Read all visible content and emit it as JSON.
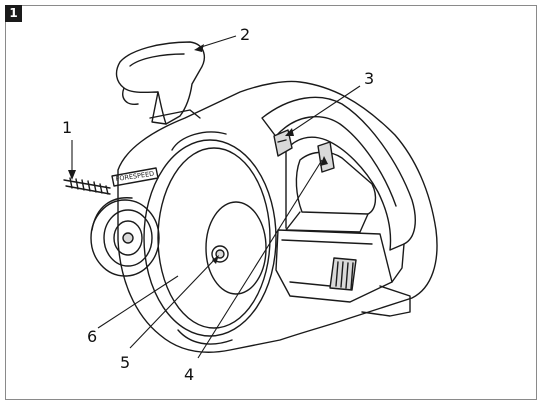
{
  "figure": {
    "number": "1"
  },
  "brand_mark": "FORESPEED",
  "callouts": [
    {
      "id": "1",
      "text": "1"
    },
    {
      "id": "2",
      "text": "2"
    },
    {
      "id": "3",
      "text": "3"
    },
    {
      "id": "4",
      "text": "4"
    },
    {
      "id": "5",
      "text": "5"
    },
    {
      "id": "6",
      "text": "6"
    }
  ],
  "colors": {
    "line": "#1a1a1a",
    "shade": "#d9d9d9",
    "frame": "#8a8a8a",
    "badge": "#1a1a1a"
  }
}
